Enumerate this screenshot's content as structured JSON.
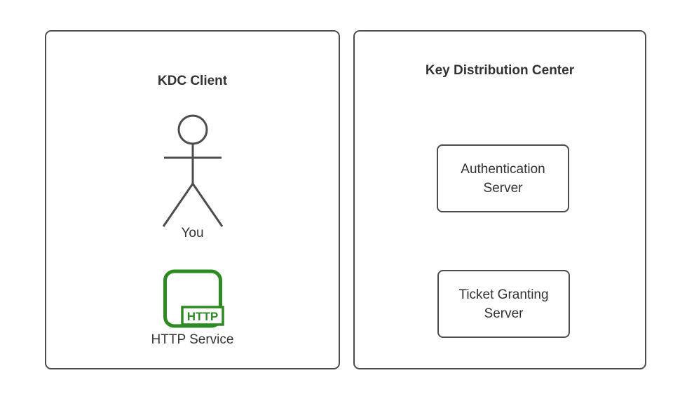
{
  "diagram": {
    "client_panel": {
      "title": "KDC Client",
      "actor_label": "You",
      "service_label": "HTTP Service",
      "service_badge": "HTTP"
    },
    "kdc_panel": {
      "title": "Key Distribution Center",
      "servers": [
        {
          "label": "Authentication Server"
        },
        {
          "label": "Ticket Granting Server"
        }
      ]
    },
    "colors": {
      "outline": "#4d4d4d",
      "text": "#333333",
      "service_green": "#2e8b22",
      "background": "#ffffff"
    }
  }
}
